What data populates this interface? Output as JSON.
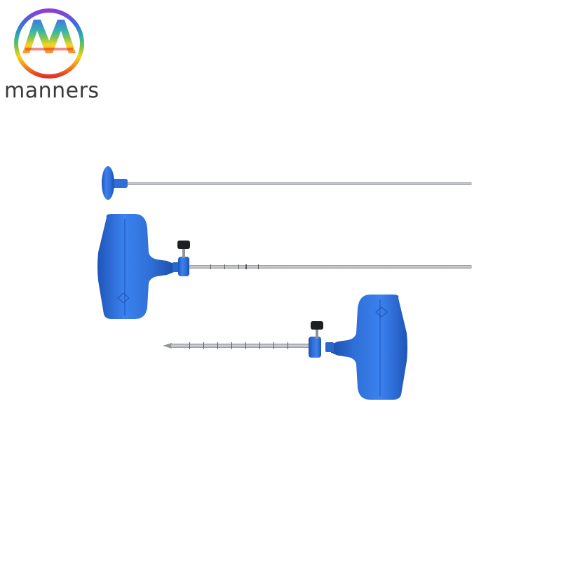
{
  "brand": {
    "name": "manners",
    "logo_icon": "rainbow-m-ring-logo",
    "logo_colors": [
      "#8b3fd6",
      "#3a6fe0",
      "#2bb3a3",
      "#7cc242",
      "#f5d21a",
      "#f28b1e",
      "#e0322b"
    ]
  },
  "product": {
    "items": [
      {
        "name": "stylet",
        "handle_color": "#2f6fd6"
      },
      {
        "name": "t-handle-cannula-with-depth-stop",
        "handle_color": "#2f6fd6"
      },
      {
        "name": "t-handle-trocar-needle-with-depth-stop",
        "handle_color": "#2f6fd6"
      }
    ],
    "shaft_color": "#b9bcc2",
    "knob_color": "#1d1f23"
  }
}
